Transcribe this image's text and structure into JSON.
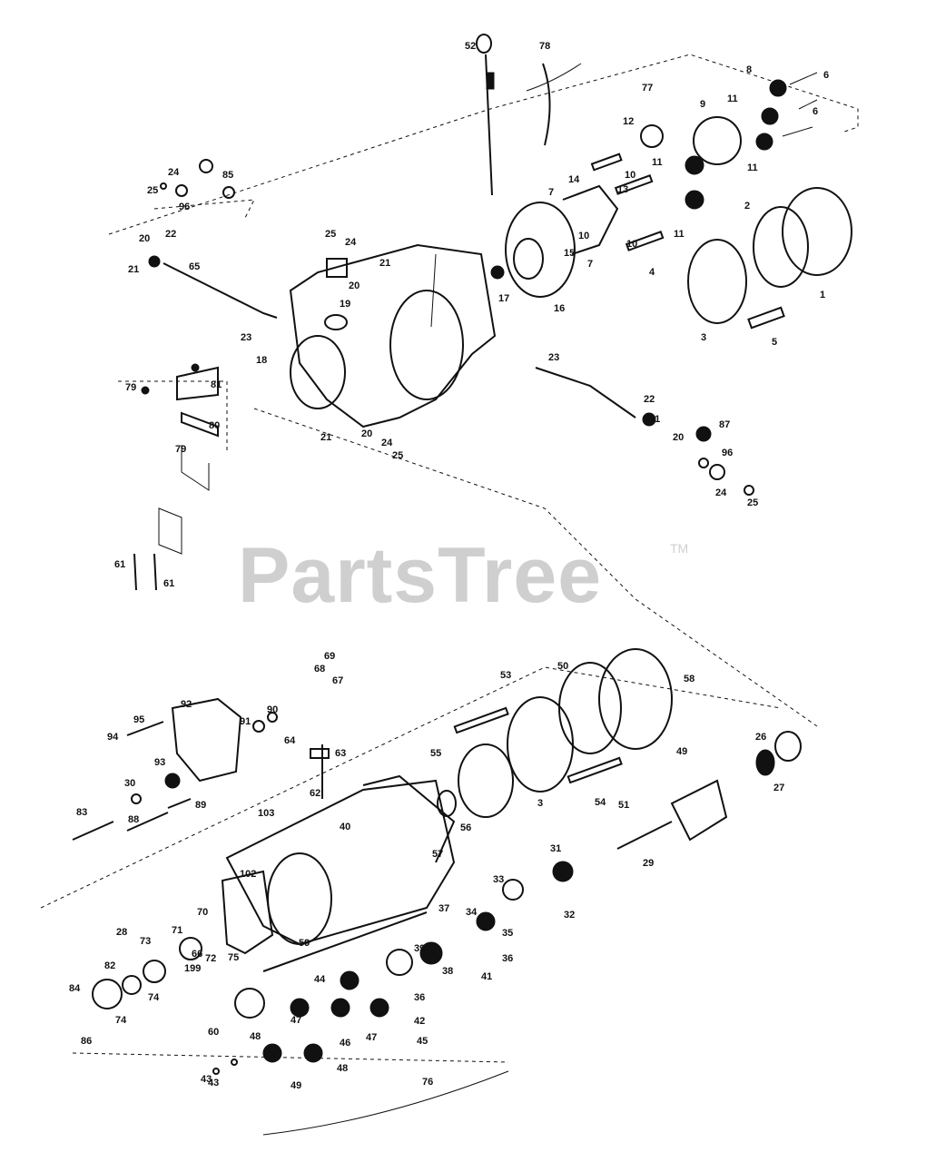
{
  "watermark": {
    "text": "PartsTree",
    "trademark": "TM"
  },
  "callouts": [
    "1",
    "2",
    "3",
    "3",
    "4",
    "5",
    "6",
    "6",
    "7",
    "7",
    "8",
    "9",
    "10",
    "10",
    "10",
    "11",
    "11",
    "11",
    "11",
    "12",
    "13",
    "14",
    "15",
    "16",
    "17",
    "18",
    "19",
    "20",
    "20",
    "20",
    "20",
    "21",
    "21",
    "21",
    "21",
    "22",
    "22",
    "23",
    "23",
    "24",
    "24",
    "24",
    "24",
    "25",
    "25",
    "25",
    "25",
    "26",
    "27",
    "28",
    "29",
    "30",
    "31",
    "32",
    "33",
    "34",
    "35",
    "36",
    "36",
    "37",
    "38",
    "39",
    "40",
    "41",
    "42",
    "43",
    "43",
    "44",
    "44",
    "45",
    "46",
    "47",
    "47",
    "48",
    "48",
    "49",
    "49",
    "50",
    "51",
    "52",
    "53",
    "54",
    "55",
    "56",
    "57",
    "58",
    "59",
    "60",
    "61",
    "61",
    "62",
    "63",
    "64",
    "65",
    "66",
    "67",
    "68",
    "69",
    "70",
    "71",
    "72",
    "73",
    "74",
    "74",
    "75",
    "76",
    "77",
    "78",
    "79",
    "79",
    "80",
    "81",
    "82",
    "83",
    "84",
    "85",
    "86",
    "87",
    "88",
    "89",
    "90",
    "91",
    "92",
    "93",
    "94",
    "95",
    "96",
    "96",
    "102",
    "103",
    "199"
  ]
}
